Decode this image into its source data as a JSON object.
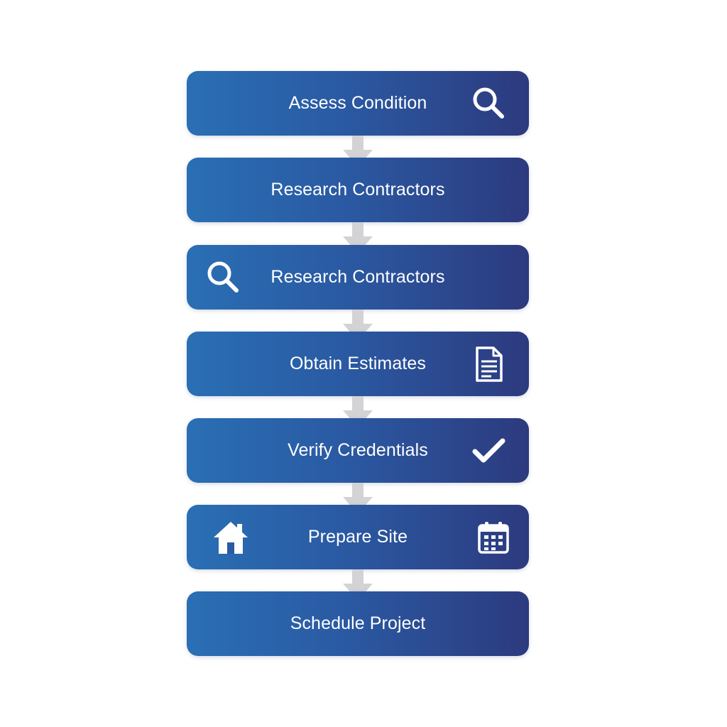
{
  "diagram": {
    "steps": [
      {
        "label": "Assess Condition",
        "icons": {
          "right": "search-icon"
        }
      },
      {
        "label": "Research Contractors",
        "icons": {}
      },
      {
        "label": "Research Contractors",
        "icons": {
          "left": "search-icon"
        }
      },
      {
        "label": "Obtain Estimates",
        "icons": {
          "right": "document-icon"
        }
      },
      {
        "label": "Verify Credentials",
        "icons": {
          "right": "checkmark-icon"
        }
      },
      {
        "label": "Prepare Site",
        "icons": {
          "left": "home-icon",
          "right": "calendar-icon"
        }
      },
      {
        "label": "Schedule Project",
        "icons": {}
      }
    ],
    "colors": {
      "box_gradient_start": "#2a6fb4",
      "box_gradient_end": "#2d3a7e",
      "text": "#ffffff",
      "arrow": "#d3d3d6",
      "background": "#ffffff"
    }
  }
}
